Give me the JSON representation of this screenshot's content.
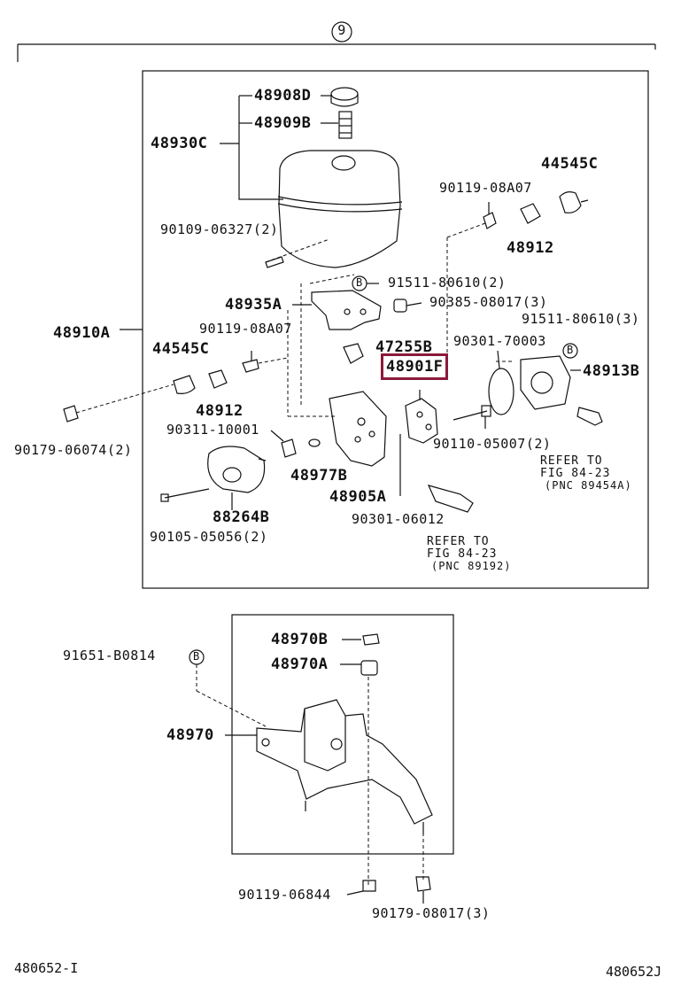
{
  "section_number": "9",
  "parts": {
    "p48908D": "48908D",
    "p48909B": "48909B",
    "p48930C": "48930C",
    "p44545C_top": "44545C",
    "p90119_08A07_top": "90119-08A07",
    "p48912_top": "48912",
    "p90109_06327": "90109-06327(2)",
    "p91511_80610_2": "91511-80610(2)",
    "p48935A": "48935A",
    "p90385_08017": "90385-08017(3)",
    "p91511_80610_3": "91511-80610(3)",
    "p48910A": "48910A",
    "p90119_08A07_left": "90119-08A07",
    "p47255B": "47255B",
    "p90301_70003": "90301-70003",
    "p44545C_left": "44545C",
    "p48901F": "48901F",
    "p48913B": "48913B",
    "p48912_left": "48912",
    "p90311_10001": "90311-10001",
    "p90110_05007": "90110-05007(2)",
    "p90179_06074": "90179-06074(2)",
    "p48977B": "48977B",
    "p48905A": "48905A",
    "p88264B": "88264B",
    "p90301_06012": "90301-06012",
    "p90105_05056": "90105-05056(2)",
    "p48970B": "48970B",
    "p48970A": "48970A",
    "p91651_B0814": "91651-B0814",
    "p48970": "48970",
    "p90119_06844": "90119-06844",
    "p90179_08017": "90179-08017(3)"
  },
  "refers": {
    "r1_line1": "REFER TO",
    "r1_line2": "FIG 84-23",
    "r1_line3": "(PNC 89454A)",
    "r2_line1": "REFER TO",
    "r2_line2": "FIG 84-23",
    "r2_line3": "(PNC 89192)"
  },
  "marker_b": "B",
  "footer": {
    "left_code": "480652-I",
    "right_code": "480652J"
  },
  "colors": {
    "highlight": "#8b1a3a",
    "ink": "#111111"
  }
}
